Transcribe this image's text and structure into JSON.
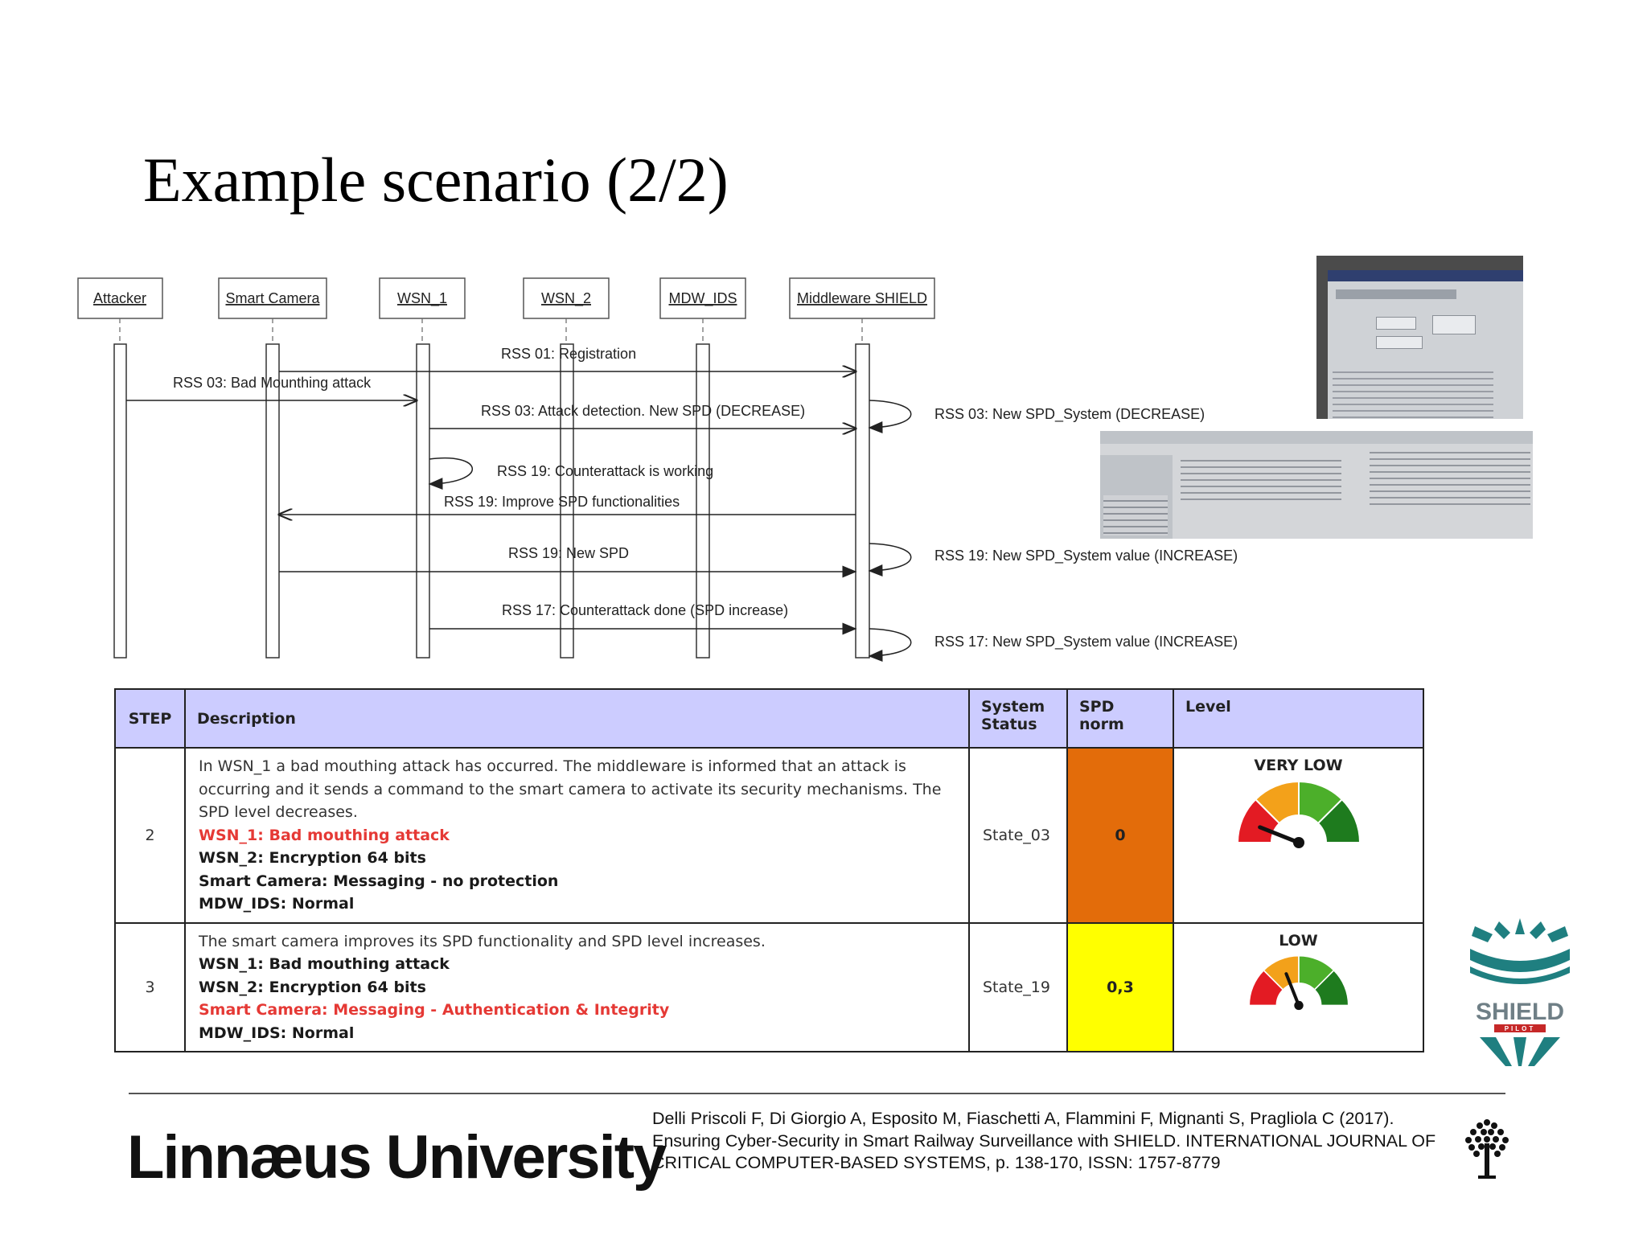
{
  "slide": {
    "title": "Example scenario (2/2)"
  },
  "diagram": {
    "participants": [
      "Attacker",
      "Smart Camera",
      "WSN_1",
      "WSN_2",
      "MDW_IDS",
      "Middleware SHIELD"
    ],
    "messages": [
      "RSS 01: Registration",
      "RSS 03:  Bad Mounthing attack",
      "RSS 03:  Attack detection. New SPD (DECREASE)",
      "RSS 19: Counterattack is working",
      "RSS 19: Improve SPD functionalities",
      "RSS 19: New SPD",
      "RSS 17: Counterattack done (SPD increase)"
    ],
    "self_messages": [
      "RSS 03: New SPD_System (DECREASE)",
      "RSS 19: New SPD_System value (INCREASE)",
      "RSS 17: New SPD_System value (INCREASE)"
    ]
  },
  "table": {
    "headers": {
      "step": "STEP",
      "description": "Description",
      "system_status": "System Status",
      "spd_norm": "SPD norm",
      "level": "Level"
    },
    "rows": [
      {
        "step": "2",
        "intro": "In WSN_1 a bad mouthing attack has occurred. The middleware is informed that an attack is occurring and it sends a command to the smart camera to activate its security mechanisms. The SPD level decreases.",
        "lines": [
          {
            "text": "WSN_1: Bad mouthing attack",
            "style": "red"
          },
          {
            "text": "WSN_2: Encryption 64 bits",
            "style": "bold"
          },
          {
            "text": "Smart Camera: Messaging - no protection",
            "style": "bold"
          },
          {
            "text": "MDW_IDS: Normal",
            "style": "bold"
          }
        ],
        "system_status": "State_03",
        "spd_norm": "0",
        "spd_color": "#e36c0a",
        "level": "VERY LOW",
        "gauge_value": 0.12
      },
      {
        "step": "3",
        "intro": "The smart camera improves its SPD functionality and SPD level increases.",
        "lines": [
          {
            "text": "WSN_1: Bad mouthing attack",
            "style": "bold"
          },
          {
            "text": "WSN_2: Encryption 64 bits",
            "style": "bold"
          },
          {
            "text": "Smart Camera: Messaging - Authentication & Integrity",
            "style": "red"
          },
          {
            "text": "MDW_IDS: Normal",
            "style": "bold"
          }
        ],
        "system_status": "State_19",
        "spd_norm": "0,3",
        "spd_color": "#ffff00",
        "level": "LOW",
        "gauge_value": 0.38
      }
    ]
  },
  "footer": {
    "university": "Linnæus University",
    "citation": "Delli Priscoli F, Di Giorgio A, Esposito M, Fiaschetti A, Flammini F, Mignanti S, Pragliola C (2017). Ensuring Cyber-Security in Smart Railway Surveillance with SHIELD. INTERNATIONAL JOURNAL OF CRITICAL COMPUTER-BASED SYSTEMS, p. 138-170, ISSN: 1757-8779",
    "shield_logo_text": "SHIELD",
    "shield_logo_subtext": "PILOT"
  }
}
